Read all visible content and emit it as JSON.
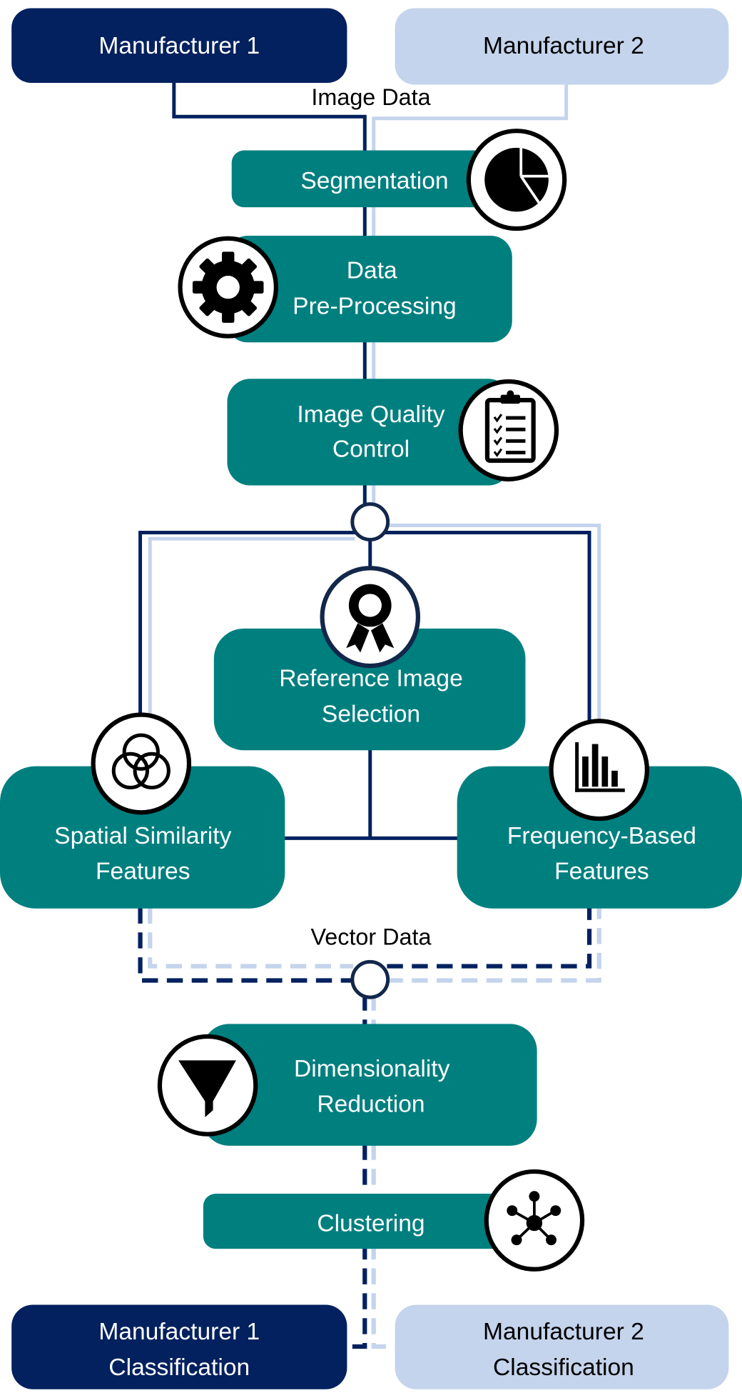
{
  "colors": {
    "step": "#007f7f",
    "manufacturer_1": "#03215f",
    "manufacturer_2": "#c4d4ec",
    "icon_stroke": "#000000"
  },
  "inputs": {
    "manufacturer_1": "Manufacturer 1",
    "manufacturer_2": "Manufacturer 2",
    "edge_label": "Image Data"
  },
  "steps": {
    "segmentation": {
      "label": "Segmentation",
      "icon": "pie-chart-icon"
    },
    "preprocessing": {
      "line1": "Data",
      "line2": "Pre-Processing",
      "icon": "gear-icon"
    },
    "quality": {
      "line1": "Image Quality",
      "line2": "Control",
      "icon": "clipboard-checklist-icon"
    },
    "reference": {
      "line1": "Reference Image",
      "line2": "Selection",
      "icon": "award-ribbon-icon"
    },
    "spatial": {
      "line1": "Spatial Similarity",
      "line2": "Features",
      "icon": "venn-diagram-icon"
    },
    "frequency": {
      "line1": "Frequency-Based",
      "line2": "Features",
      "icon": "bar-chart-icon"
    },
    "vector_label": "Vector Data",
    "dimred": {
      "line1": "Dimensionality",
      "line2": "Reduction",
      "icon": "funnel-icon"
    },
    "clustering": {
      "label": "Clustering",
      "icon": "network-hub-icon"
    }
  },
  "outputs": {
    "manufacturer_1": {
      "line1": "Manufacturer 1",
      "line2": "Classification"
    },
    "manufacturer_2": {
      "line1": "Manufacturer 2",
      "line2": "Classification"
    }
  }
}
